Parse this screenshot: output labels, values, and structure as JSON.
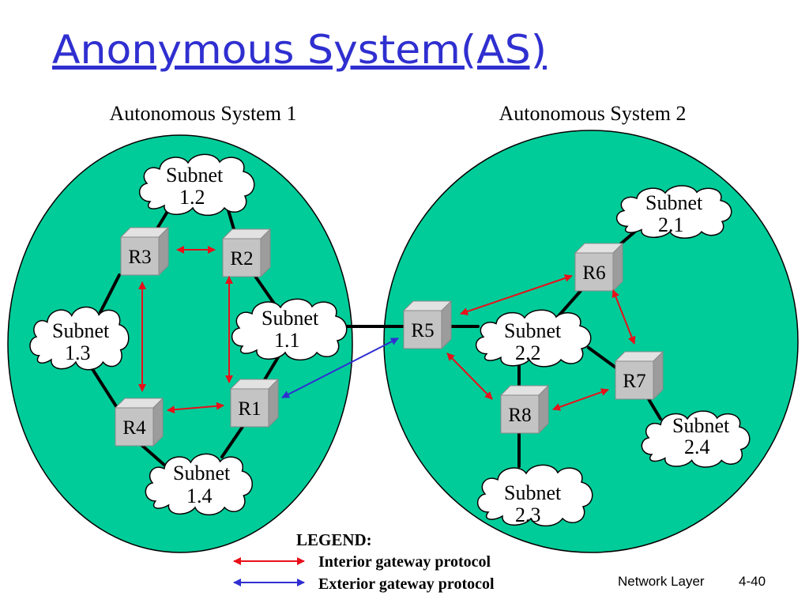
{
  "slide": {
    "title": "Anonymous System(AS)",
    "footer_section": "Network Layer",
    "footer_page": "4-40"
  },
  "colors": {
    "title": "#2f2fd0",
    "as_region": "#00cc99",
    "interior_protocol": "#e8101a",
    "exterior_protocol": "#2f2fd0",
    "router": "#c4c4c4"
  },
  "autonomous_systems": [
    {
      "label": "Autonomous System 1",
      "routers": [
        "R1",
        "R2",
        "R3",
        "R4"
      ],
      "subnets": [
        {
          "word": "Subnet",
          "number": "1.1"
        },
        {
          "word": "Subnet",
          "number": "1.2"
        },
        {
          "word": "Subnet",
          "number": "1.3"
        },
        {
          "word": "Subnet",
          "number": "1.4"
        }
      ]
    },
    {
      "label": "Autonomous System 2",
      "routers": [
        "R5",
        "R6",
        "R7",
        "R8"
      ],
      "subnets": [
        {
          "word": "Subnet",
          "number": "2.1"
        },
        {
          "word": "Subnet",
          "number": "2.2"
        },
        {
          "word": "Subnet",
          "number": "2.3"
        },
        {
          "word": "Subnet",
          "number": "2.4"
        }
      ]
    }
  ],
  "legend": {
    "heading": "LEGEND:",
    "items": [
      {
        "label": "Interior gateway protocol",
        "color": "#e8101a"
      },
      {
        "label": "Exterior gateway protocol",
        "color": "#2f2fd0"
      }
    ]
  }
}
